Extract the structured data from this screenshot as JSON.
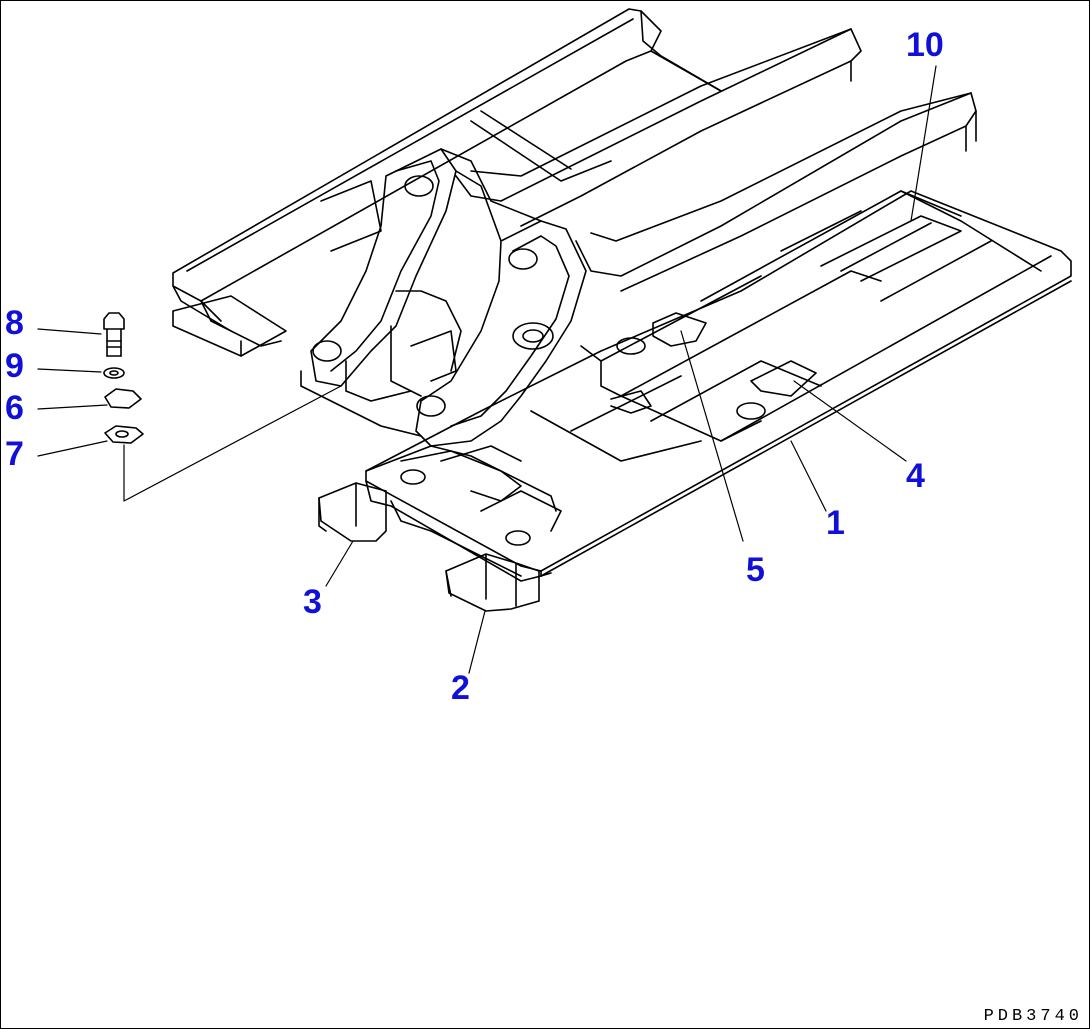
{
  "colors": {
    "callout": "#1010d8",
    "line": "#000000"
  },
  "callouts": {
    "c1": "1",
    "c2": "2",
    "c3": "3",
    "c4": "4",
    "c5": "5",
    "c6": "6",
    "c7": "7",
    "c8": "8",
    "c9": "9",
    "c10": "10"
  },
  "drawing_code": "PDB3740"
}
